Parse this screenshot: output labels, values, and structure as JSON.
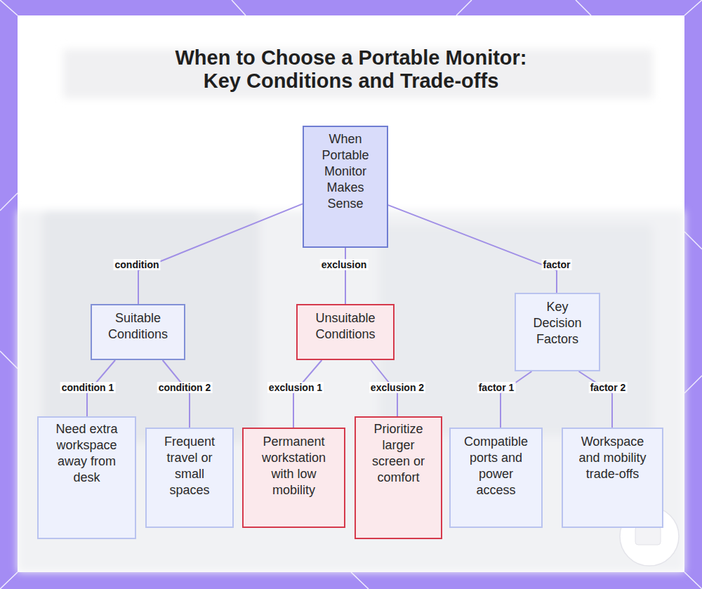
{
  "diagram": {
    "title": "When to Choose a Portable Monitor: Key Conditions and Trade-offs",
    "nodes": [
      {
        "text": [
          "When Portable Monitor Makes Sense"
        ]
      },
      {
        "text": [
          "Suitable Conditions"
        ]
      },
      {
        "text": [
          "Unsuitable Conditions"
        ]
      },
      {
        "text": [
          "Key Decision Factors"
        ]
      },
      {
        "text": [
          "Need extra workspace away from desk"
        ]
      },
      {
        "text": [
          "Frequent travel or small spaces"
        ]
      },
      {
        "text": [
          "Permanent workstation with low mobility"
        ]
      },
      {
        "text": [
          "Prioritize larger screen or comfort"
        ]
      },
      {
        "text": [
          "Compatible ports and power access"
        ]
      },
      {
        "text": [
          "Workspace and mobility trade-offs"
        ]
      }
    ],
    "edges": [
      {
        "from": 0,
        "to": 1,
        "label": "condition",
        "arrow": "none"
      },
      {
        "from": 0,
        "to": 2,
        "label": "exclusion",
        "arrow": "none"
      },
      {
        "from": 0,
        "to": 3,
        "label": "factor",
        "arrow": "none"
      },
      {
        "from": 1,
        "to": 4,
        "label": "condition 1",
        "arrow": "none"
      },
      {
        "from": 1,
        "to": 5,
        "label": "condition 2",
        "arrow": "none"
      },
      {
        "from": 2,
        "to": 6,
        "label": "exclusion 1",
        "arrow": "none"
      },
      {
        "from": 2,
        "to": 7,
        "label": "exclusion 2",
        "arrow": "none"
      },
      {
        "from": 3,
        "to": 8,
        "label": "factor 1",
        "arrow": "none"
      },
      {
        "from": 3,
        "to": 9,
        "label": "factor 2",
        "arrow": "none"
      }
    ]
  }
}
